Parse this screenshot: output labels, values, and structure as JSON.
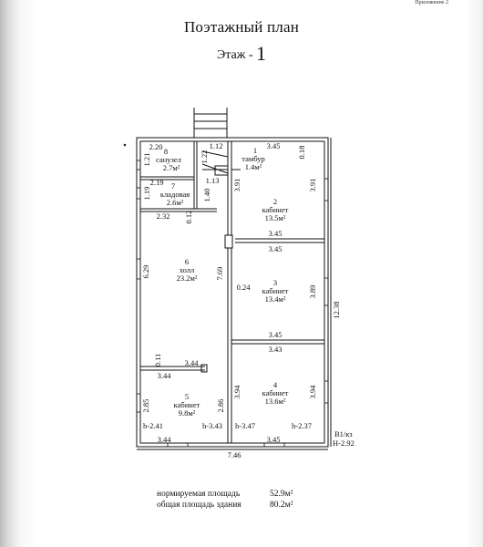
{
  "header": {
    "appendix": "Приложение 2",
    "title": "Поэтажный план",
    "floor_label": "Этаж  -",
    "floor_number": "1"
  },
  "rooms": {
    "tambour": {
      "number": "1",
      "name": "тамбур",
      "area": "1.4м²"
    },
    "cabinet2": {
      "number": "2",
      "name": "кабинет",
      "area": "13.5м²"
    },
    "cabinet3": {
      "number": "3",
      "name": "кабинет",
      "area": "13.4м²"
    },
    "cabinet4": {
      "number": "4",
      "name": "кабинет",
      "area": "13.6м²"
    },
    "cabinet5": {
      "number": "5",
      "name": "кабинет",
      "area": "9.8м²"
    },
    "hall": {
      "number": "6",
      "name": "холл",
      "area": "23.2м²"
    },
    "pantry": {
      "number": "7",
      "name": "кладовая",
      "area": "2.6м²"
    },
    "bathroom": {
      "number": "8",
      "name": "санузел",
      "area": "2.7м²"
    }
  },
  "dimensions": {
    "bath_width": "2.20",
    "entry_width": "1.12",
    "tambour_width": "3.45",
    "pantry_width": "2.19",
    "entry_depth": "1.13",
    "pantry_bottom": "2.32",
    "cabinet2_bottom": "3.45",
    "cabinet3_top": "3.45",
    "corridor_width": "0.24",
    "cabinet3_bottom": "3.45",
    "cabinet4_top": "3.43",
    "hall_bottom": "3.44",
    "cabinet5_top": "3.44",
    "cabinet5_bottom": "3.44",
    "cabinet4_bottom": "3.45",
    "overall_width": "7.46",
    "h_cabinet5_west": "h-2.41",
    "h_cabinet5_east": "h-3.43",
    "h_cabinet4_west": "h-3.47",
    "h_cabinet4_east": "h-2.37",
    "building_code": "B1/кз",
    "building_height": "H-2.92",
    "bath_depth": "1.21",
    "pantry_depth": "1.19",
    "entry_side": "1.22",
    "pantry_east": "1.40",
    "pantry_wall": "0.12",
    "cabinet2_west": "3.91",
    "cabinet2_east": "3.91",
    "tambour_depth": "0.18",
    "hall_depth": "6.29",
    "corridor_length": "7.69",
    "cabinet3_depth": "3.89",
    "overall_depth": "12.38",
    "hall_wall": "0.11",
    "cabinet5_west": "2.85",
    "cabinet5_east": "2.86",
    "cabinet4_west": "3.94",
    "cabinet4_east": "3.94"
  },
  "summary": {
    "normalized_label": "нормируемая площадь",
    "normalized_value": "52.9м²",
    "total_label": "общая площадь здания",
    "total_value": "80.2м²"
  }
}
